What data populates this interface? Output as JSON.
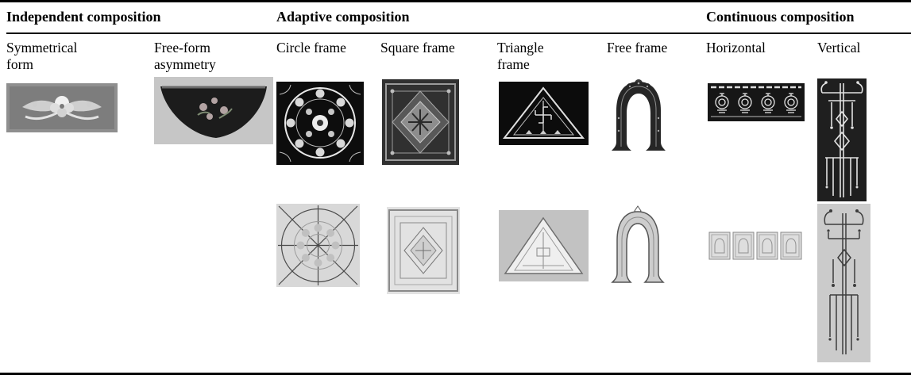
{
  "table": {
    "groups": [
      {
        "label": "Independent composition"
      },
      {
        "label": "Adaptive composition"
      },
      {
        "label": "Continuous composition"
      }
    ],
    "columns": [
      {
        "label": "Symmetrical form"
      },
      {
        "label": "Free-form asymmetry"
      },
      {
        "label": "Circle frame"
      },
      {
        "label": "Square frame"
      },
      {
        "label": "Triangle frame"
      },
      {
        "label": "Free frame"
      },
      {
        "label": "Horizontal"
      },
      {
        "label": "Vertical"
      }
    ],
    "samples": {
      "row1": [
        "symmetrical-form-pattern",
        "free-form-asymmetry-pattern",
        "circle-frame-pattern",
        "square-frame-pattern",
        "triangle-frame-pattern",
        "free-frame-pattern",
        "horizontal-band-pattern",
        "vertical-band-pattern"
      ],
      "row2": [
        "circle-frame-line-drawing",
        "square-frame-line-drawing",
        "triangle-frame-line-drawing",
        "free-frame-line-drawing",
        "horizontal-band-line-drawing",
        "vertical-band-line-drawing"
      ]
    }
  },
  "colors": {
    "rule": "#000000",
    "text": "#000000",
    "page_bg": "#ffffff",
    "dark_sample_bg": "#161616",
    "line_sample_bg": "#d6d6d6"
  }
}
